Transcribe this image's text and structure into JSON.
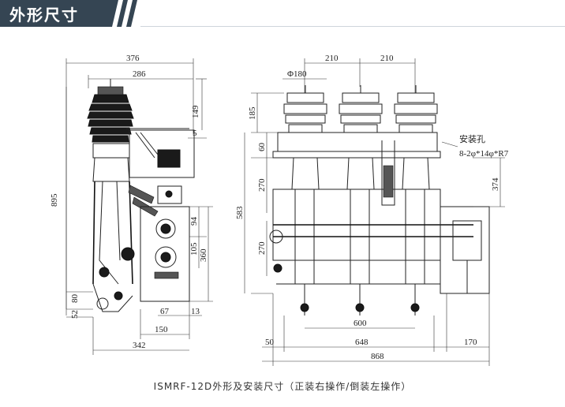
{
  "header": {
    "title": "外形尺寸"
  },
  "caption": "ISMRF-12D外形及安装尺寸（正装右操作/倒装左操作）",
  "colors": {
    "header_bg": "#354553",
    "accent_stripe": "#354553",
    "line": "#222222"
  },
  "side_view": {
    "dims": {
      "d376": "376",
      "d286": "286",
      "d895": "895",
      "d149": "149",
      "d5": "5",
      "d94": "94",
      "d105": "105",
      "d360": "360",
      "d80": "80",
      "d52": "52",
      "d67": "67",
      "d13": "13",
      "d150": "150",
      "d342": "342"
    }
  },
  "front_view": {
    "dims": {
      "d210a": "210",
      "d210b": "210",
      "dphi180": "Φ180",
      "d185": "185",
      "d60": "60",
      "d270a": "270",
      "d583": "583",
      "d270b": "270",
      "d374": "374",
      "d600": "600",
      "d50": "50",
      "d648": "648",
      "d170": "170",
      "d868": "868"
    },
    "hole_label": "安装孔",
    "hole_spec": "8-2φ*14φ*R7"
  }
}
